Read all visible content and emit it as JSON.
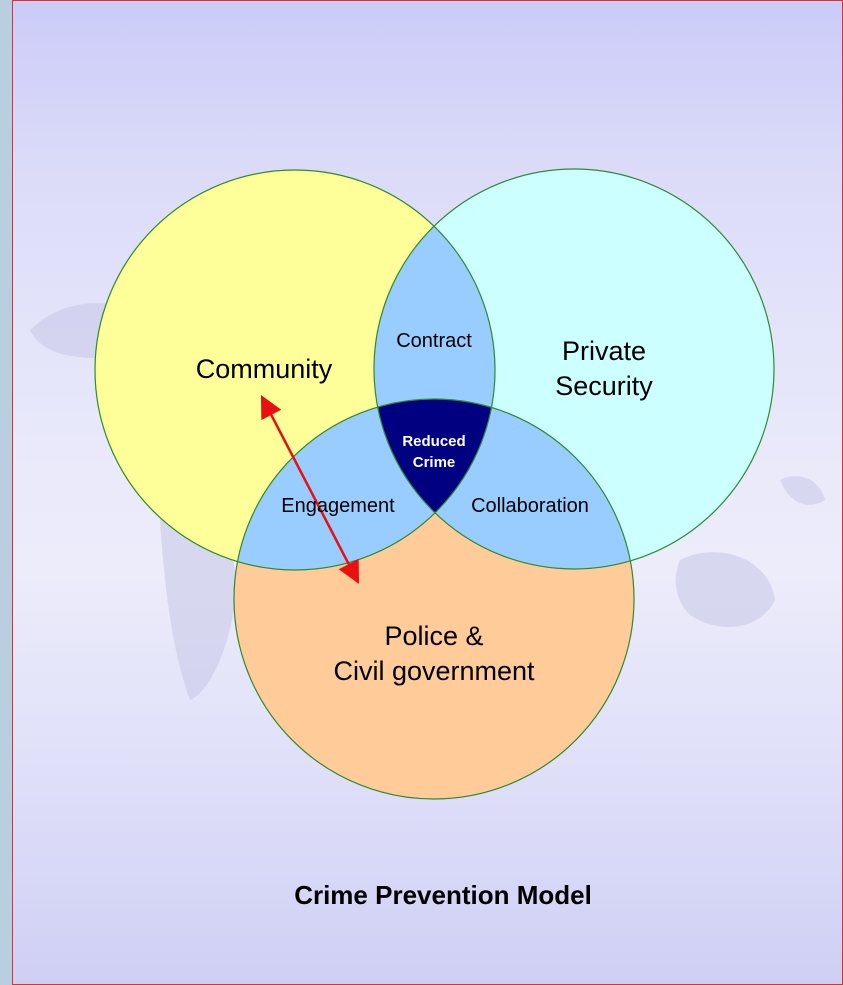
{
  "diagram": {
    "caption": "Crime Prevention Model",
    "circles": {
      "community": {
        "label_lines": [
          "Community"
        ],
        "fill": "#ffff99"
      },
      "private_security": {
        "label_lines": [
          "Private",
          "Security"
        ],
        "fill": "#ccffff"
      },
      "police": {
        "label_lines": [
          "Police &",
          "Civil government"
        ],
        "fill": "#ffcc99"
      }
    },
    "overlaps": {
      "contract": "Contract",
      "engagement": "Engagement",
      "collaboration": "Collaboration",
      "center_lines": [
        "Reduced",
        "Crime"
      ]
    },
    "colors": {
      "overlap": "#99ccff",
      "center": "#000080",
      "outline": "#2e8b2e",
      "arrow": "#e81010",
      "frame": "#e0302c"
    }
  }
}
